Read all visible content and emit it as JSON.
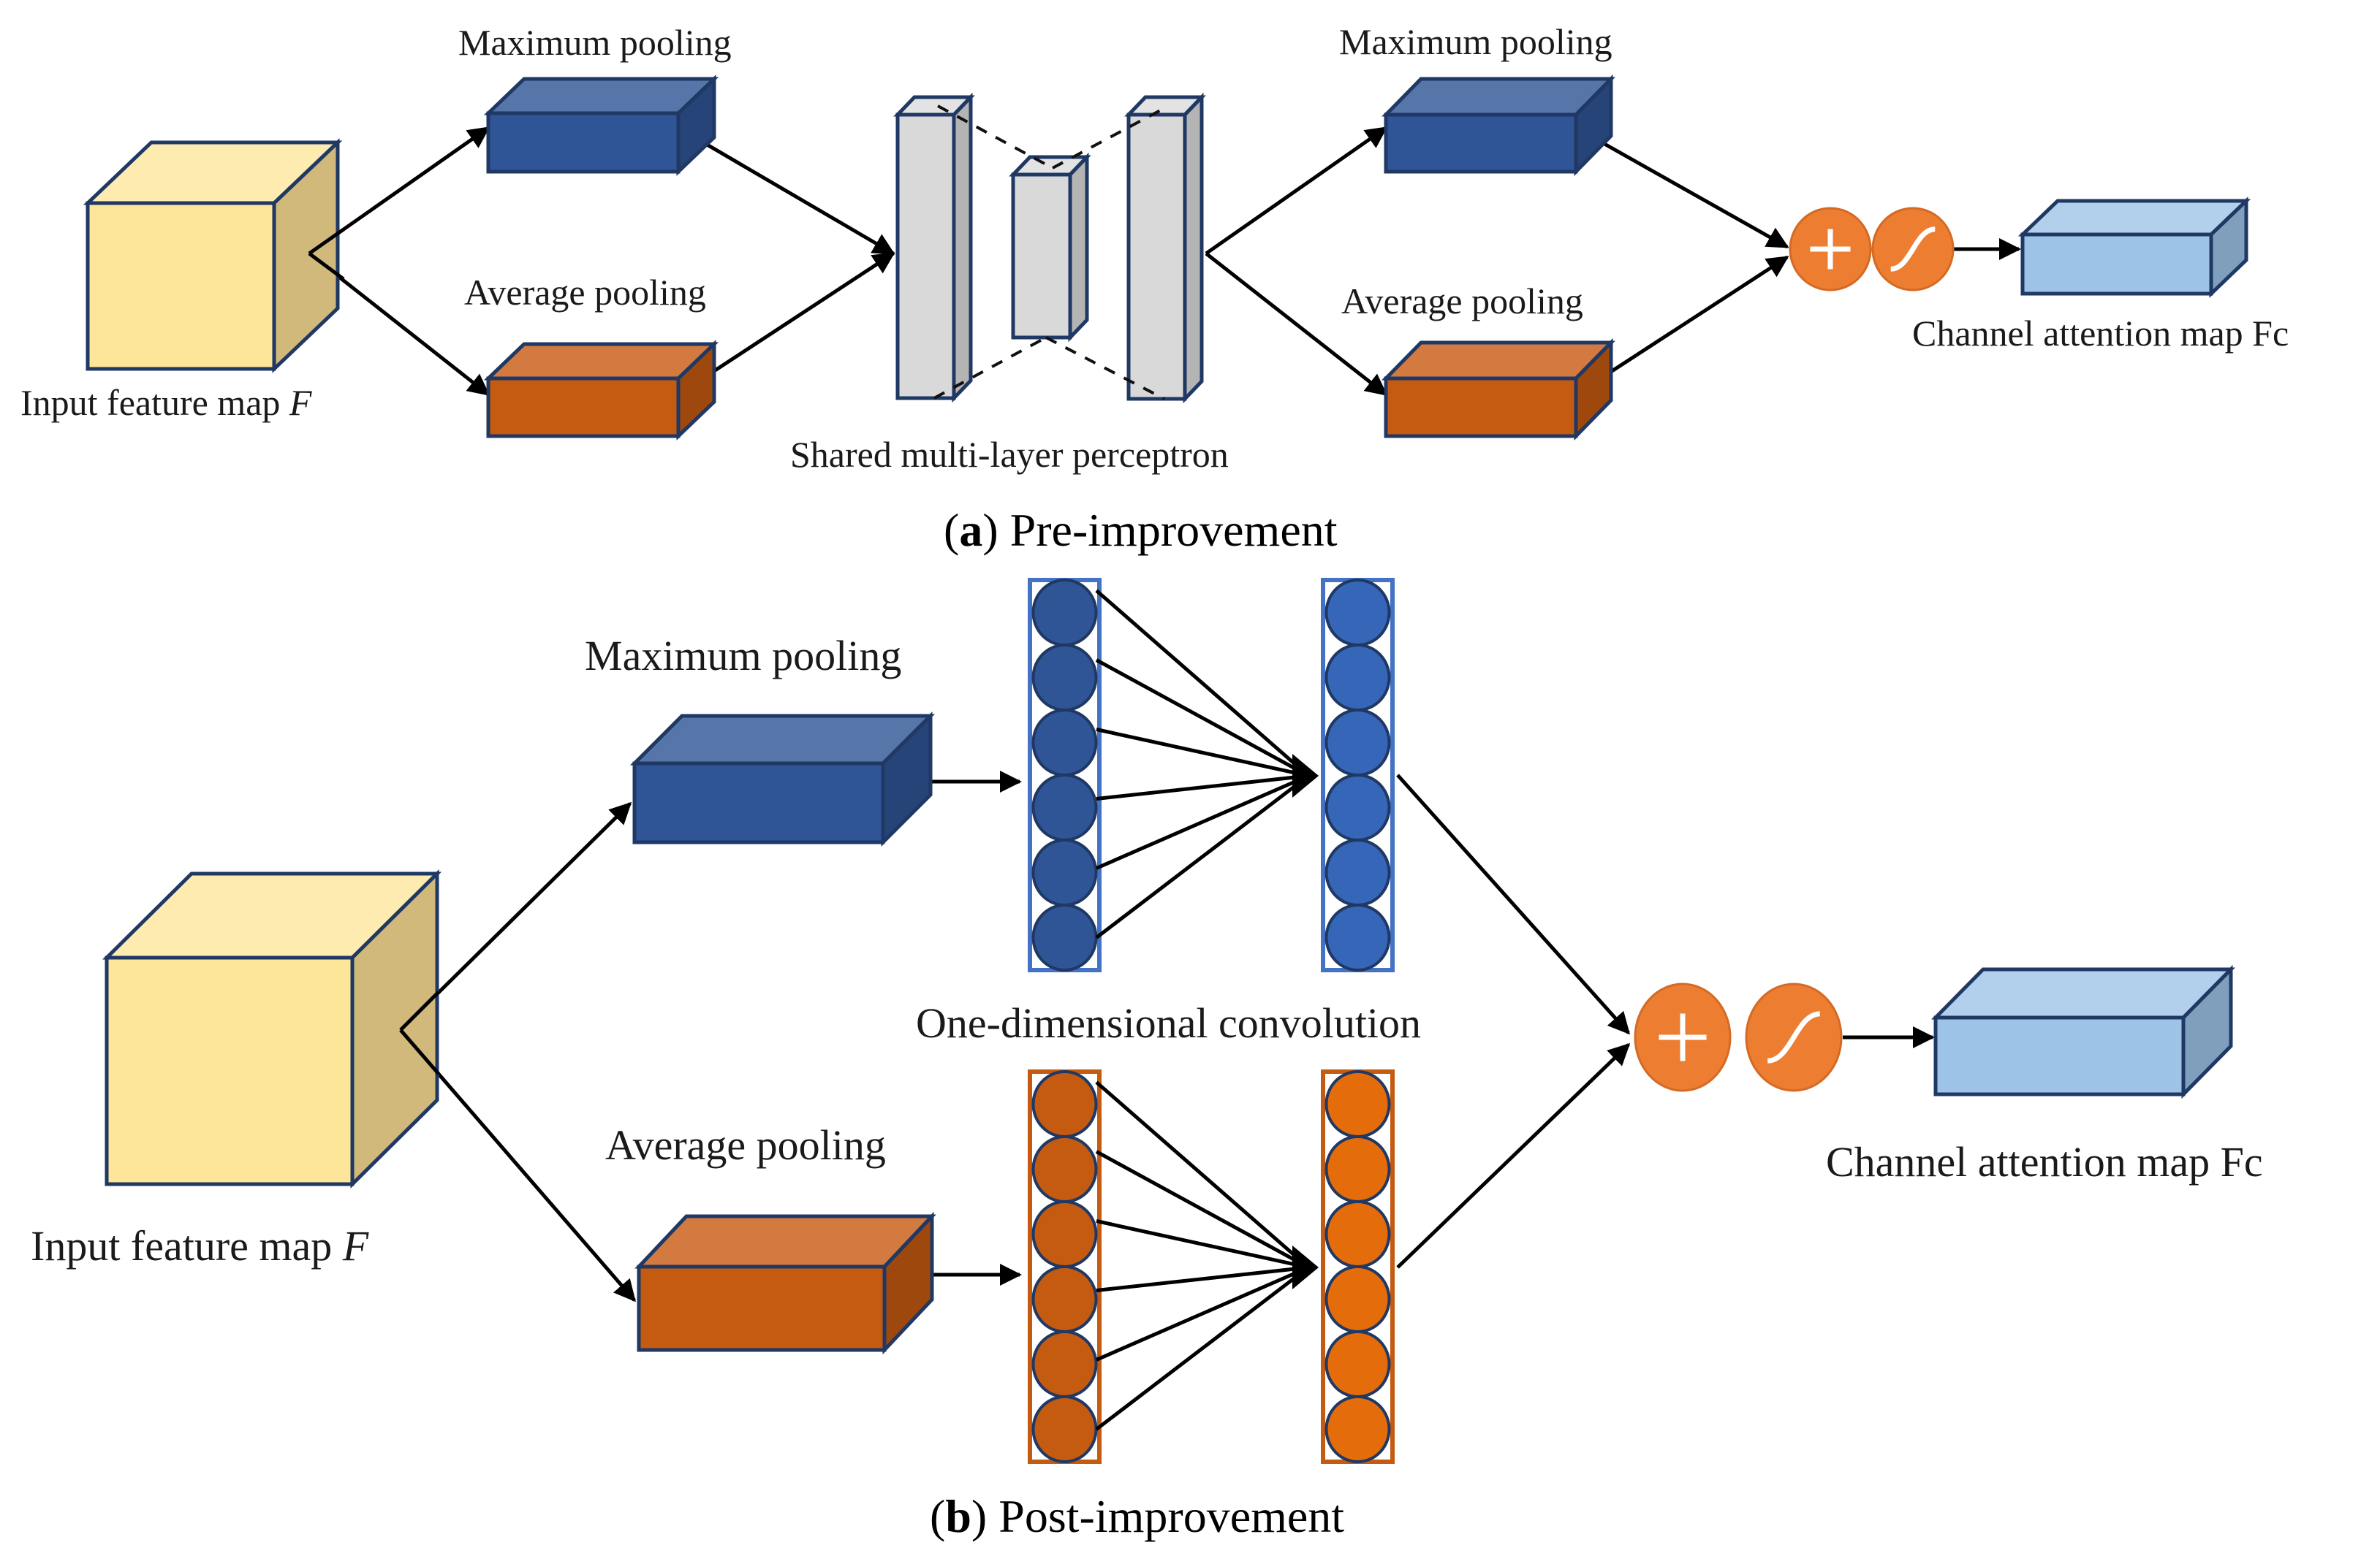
{
  "figure": {
    "panel_a": {
      "caption_letter": "a",
      "caption_text": "Pre-improvement",
      "labels": {
        "input": "Input feature map ",
        "input_var": "F",
        "max_pool_left": "Maximum pooling",
        "avg_pool_left": "Average pooling",
        "mlp": "Shared multi-layer perceptron",
        "max_pool_right": "Maximum pooling",
        "avg_pool_right": "Average pooling",
        "output": "Channel attention map Fc"
      },
      "operators": [
        "add-icon",
        "sigmoid-icon"
      ]
    },
    "panel_b": {
      "caption_letter": "b",
      "caption_text": "Post-improvement",
      "labels": {
        "input": "Input feature map ",
        "input_var": "F",
        "max_pool": "Maximum pooling",
        "avg_pool": "Average pooling",
        "conv1d": "One-dimensional convolution",
        "output": "Channel attention map Fc"
      },
      "neurons_per_column": 6,
      "operators": [
        "add-icon",
        "sigmoid-icon"
      ]
    }
  },
  "colors": {
    "input_front": "#fde599",
    "input_top": "#feebaf",
    "input_side": "#d0b97a",
    "max_front": "#2f5597",
    "max_top": "#5675a8",
    "max_side": "#264478",
    "avg_front": "#c55a11",
    "avg_top": "#d27a40",
    "avg_side": "#9e480e",
    "mlp_front": "#d9d9d9",
    "mlp_top": "#e3e3e3",
    "mlp_side": "#b4b4b4",
    "out_front": "#9dc3e6",
    "out_top": "#b2d0ec",
    "out_side": "#7f9fbd",
    "operator": "#ed7d31",
    "neuron_blue_in": "#2f5597",
    "neuron_blue_out": "#3566b8",
    "neuron_orange_in": "#c55a11",
    "neuron_orange_out": "#e46c0a",
    "column_blue": "#4472c4",
    "column_orange": "#c55a11",
    "outline": "#1f3864"
  }
}
